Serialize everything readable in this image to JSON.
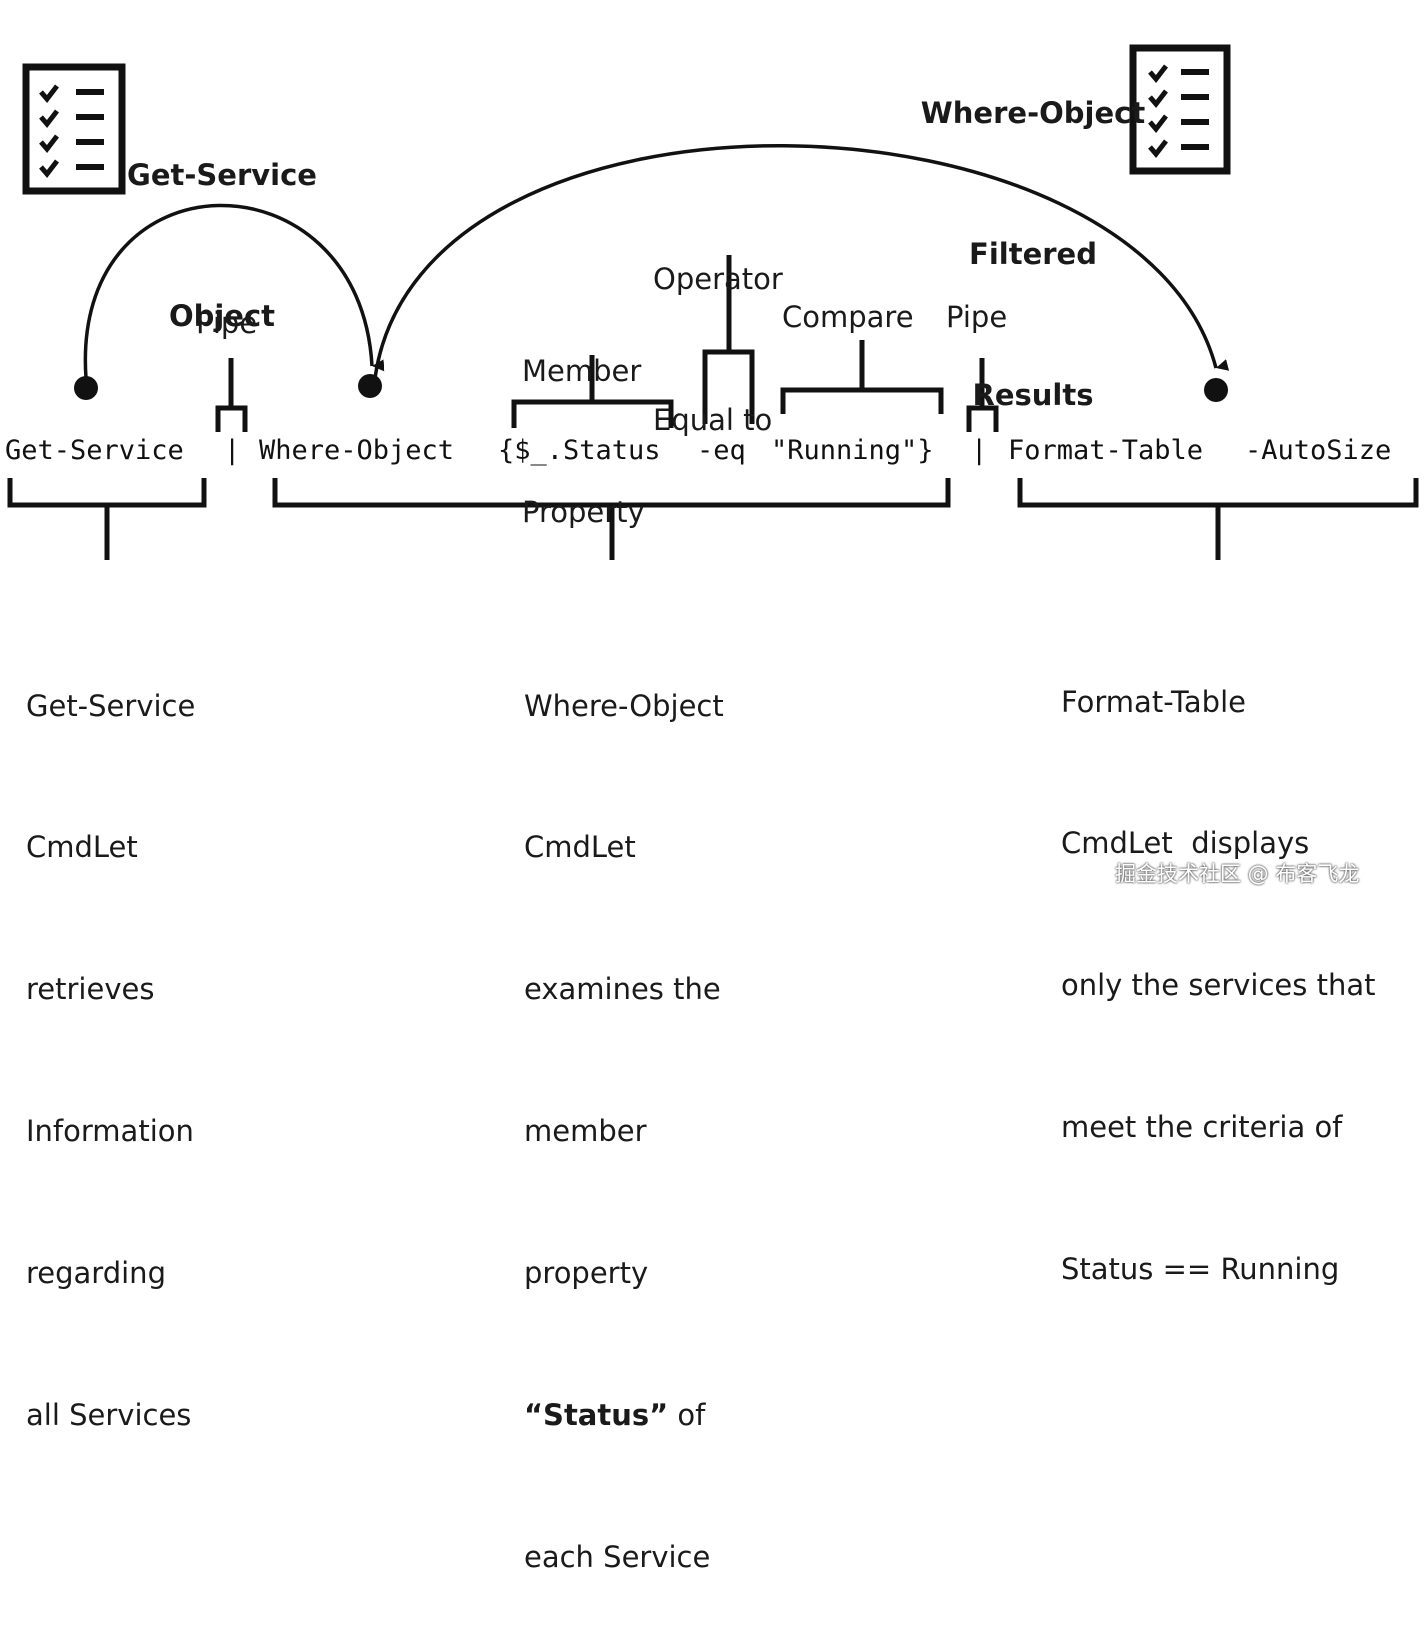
{
  "labels": {
    "get_service_object": [
      "Get-Service",
      "Object"
    ],
    "where_object_results": [
      "Where-Object",
      "Filtered",
      "Results"
    ],
    "operator": [
      "Operator",
      "Equal to"
    ],
    "member_property": [
      "Member",
      "Property"
    ],
    "pipe_left": "Pipe",
    "compare": "Compare",
    "pipe_right": "Pipe"
  },
  "command": {
    "get_service": "Get-Service",
    "pipe1": "|",
    "where_object": "Where-Object",
    "status": "{$_.Status",
    "eq": "-eq",
    "running": "\"Running\"}",
    "pipe2": "|",
    "format_table": "Format-Table",
    "autosize": "-AutoSize"
  },
  "descriptions": {
    "get_service": [
      "Get-Service",
      "CmdLet",
      "retrieves",
      "Information",
      "regarding",
      "all Services"
    ],
    "where_object": [
      "Where-Object",
      "CmdLet",
      "examines the",
      "member",
      "property",
      "“Status” of",
      "each Service"
    ],
    "format_table": [
      "Format-Table",
      "CmdLet  displays",
      "only the services that",
      "meet the criteria of",
      "Status == Running"
    ]
  },
  "icons": [
    "checklist-icon",
    "checklist-icon"
  ],
  "watermark": "掘金技术社区 @ 布客飞龙"
}
